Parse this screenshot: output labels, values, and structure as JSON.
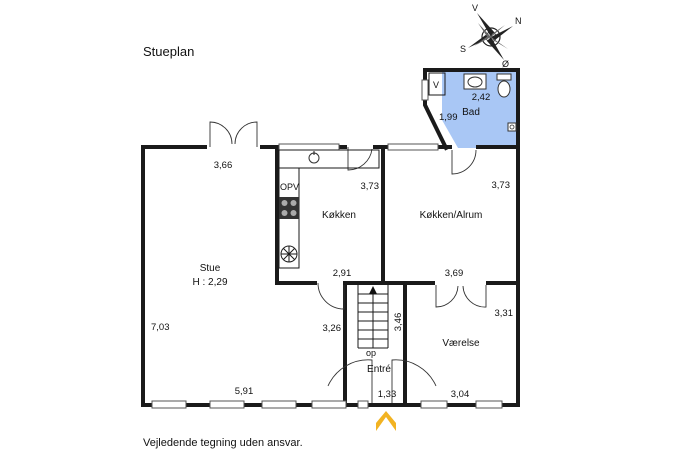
{
  "plan": {
    "title": "Stueplan",
    "disclaimer": "Vejledende tegning uden ansvar.",
    "compass": {
      "n": "N",
      "s": "S",
      "v": "V",
      "o": "Ø"
    },
    "colors": {
      "bathroom": "#a9c7f5",
      "entrance_arrow": "#f2b322",
      "walls": "#1a1a1a"
    },
    "rooms": {
      "stue": {
        "name": "Stue",
        "height": "H : 2,29"
      },
      "kokken": {
        "name": "Køkken"
      },
      "kokken_alrum": {
        "name": "Køkken/Alrum"
      },
      "bad": {
        "name": "Bad"
      },
      "vaerelse": {
        "name": "Værelse"
      },
      "entre": {
        "name": "Entré"
      }
    },
    "labels": {
      "opv": "OPV",
      "op": "op",
      "bath_v": "V"
    },
    "dims": {
      "stue_top": "3,66",
      "stue_left": "7,03",
      "stue_bottom": "5,91",
      "stue_right": "3,26",
      "kokken_top": "3,73",
      "kokken_bottom": "2,91",
      "alrum_right": "3,73",
      "alrum_bottom": "3,69",
      "bad_width": "2,42",
      "bad_depth": "1,99",
      "stair": "3,46",
      "vaerelse_side": "3,31",
      "vaerelse_bottom": "3,04",
      "entre_width": "1,33"
    }
  }
}
